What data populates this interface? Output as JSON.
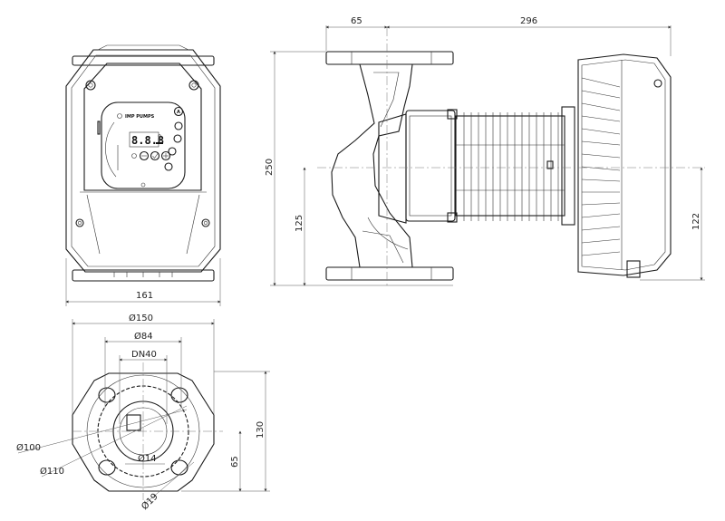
{
  "brand": "IMP PUMPS",
  "front_view": {
    "width_label": "161"
  },
  "side_view": {
    "flange_offset_label": "65",
    "length_label": "296",
    "height_label": "250",
    "axis_height_label": "125",
    "motor_axis_label": "122"
  },
  "flange_view": {
    "outer_diameter_label": "Ø150",
    "inner_diameter_label": "Ø84",
    "nominal_label": "DN40",
    "bolt_circle_a_label": "Ø100",
    "bolt_circle_b_label": "Ø110",
    "bolt_hole_label": "Ø14",
    "slot_label": "Ø19",
    "center_height_label": "65",
    "height_label": "130"
  },
  "colors": {
    "line": "#1a1a1a",
    "dimension": "#555555"
  }
}
